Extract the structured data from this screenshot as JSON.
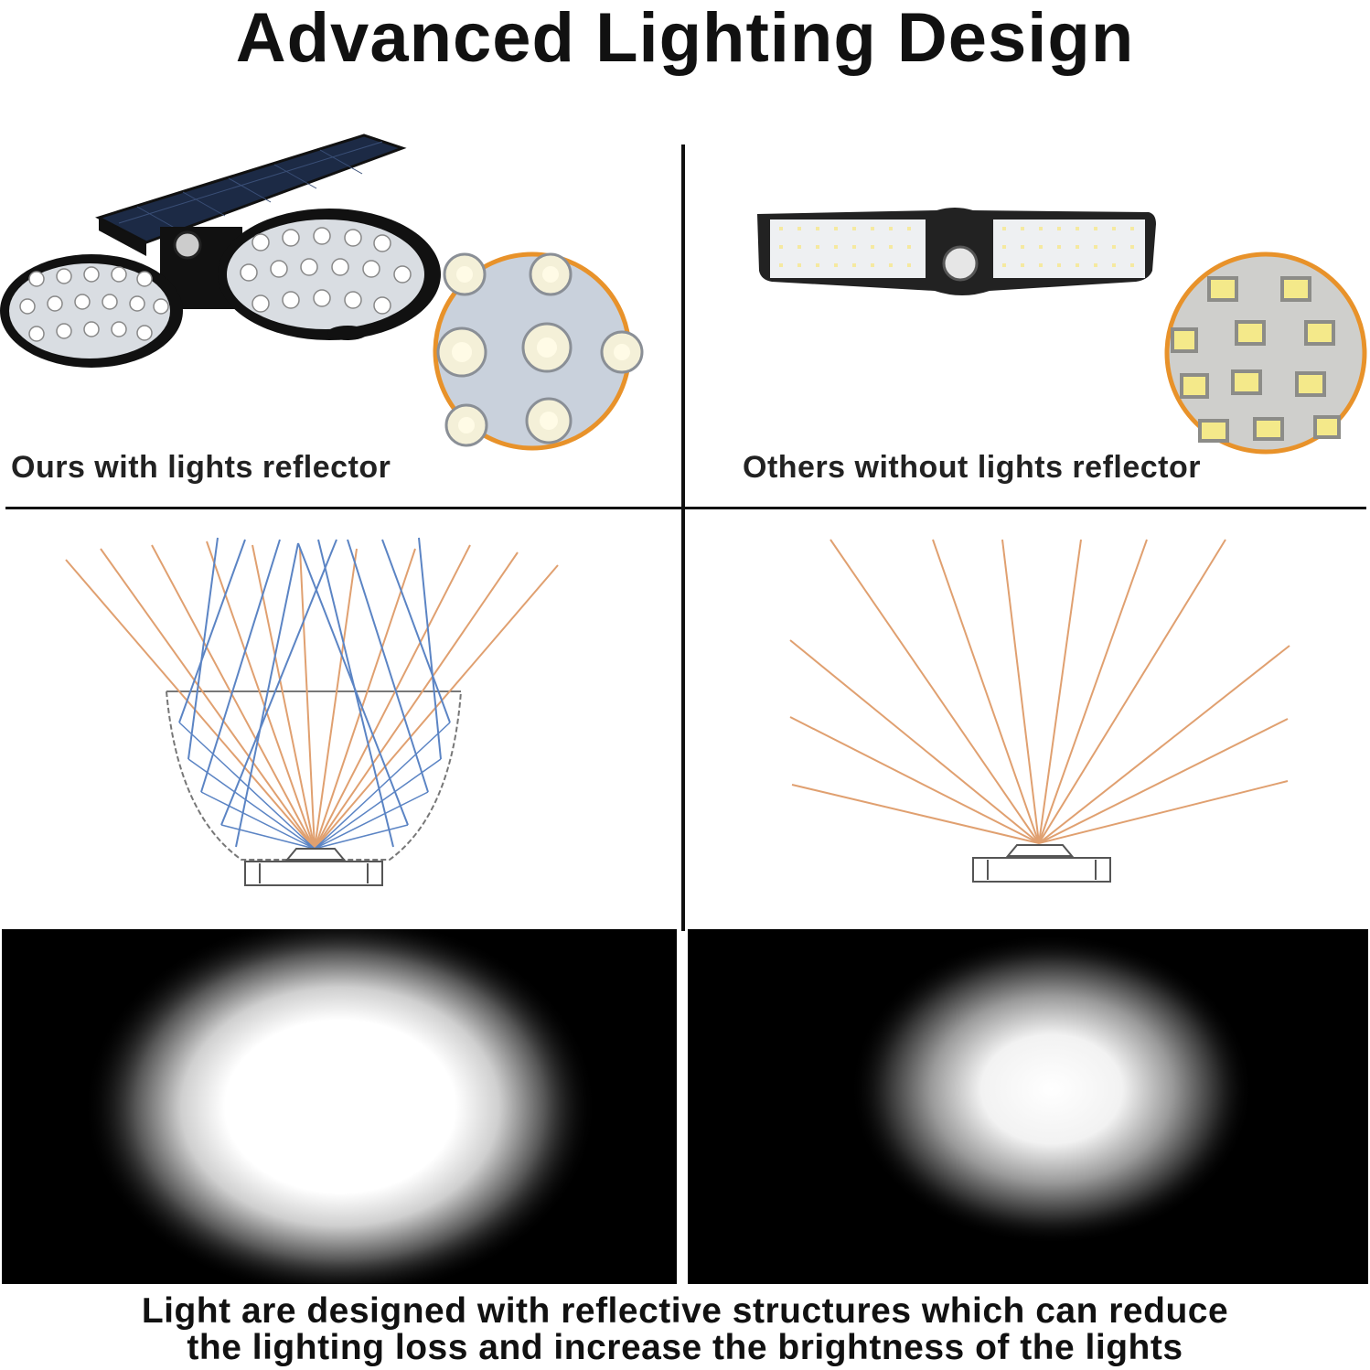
{
  "title": "Advanced Lighting Design",
  "labels": {
    "ours": "Ours with lights reflector",
    "others": "Others without lights reflector"
  },
  "caption": {
    "line1": "Light are designed with reflective structures which can reduce",
    "line2": "the lighting loss and increase the brightness of the lights"
  },
  "colors": {
    "ray_orange": "#e0a070",
    "ray_blue": "#5b84c4",
    "callout_border": "#e8922a",
    "background_dark": "#000000"
  }
}
